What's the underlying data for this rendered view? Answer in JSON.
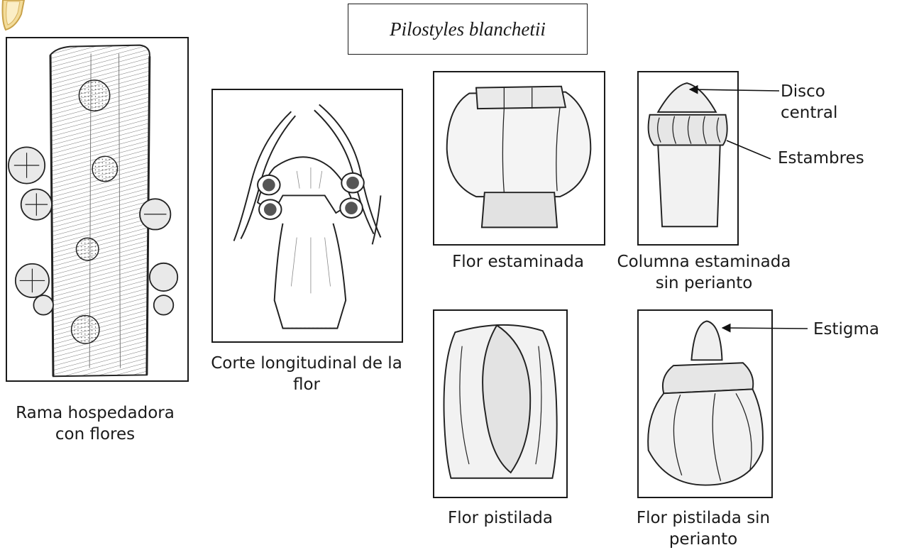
{
  "title": "Pilostyles blanchetii",
  "captions": {
    "host_branch": "Rama hospedadora con flores",
    "long_section": "Corte longitudinal de la flor",
    "staminate_flower": "Flor estaminada",
    "staminate_column": "Columna estaminada sin perianto",
    "pistillate_flower": "Flor pistilada",
    "pistillate_no_perianth": "Flor pistilada sin perianto"
  },
  "callouts": {
    "disco_central": "Disco central",
    "estambres": "Estambres",
    "estigma": "Estigma"
  },
  "logo": {
    "icon": "shield-logo-icon",
    "color": "#e8c46a"
  }
}
